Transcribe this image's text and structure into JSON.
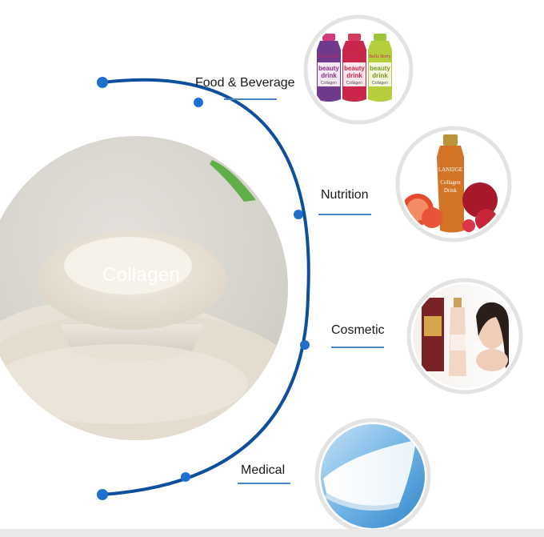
{
  "center": {
    "label": "Collagen"
  },
  "applications": [
    {
      "label": "Food & Beverage",
      "bottle_brand": "Bella Berry",
      "bottle_text_1": "beauty",
      "bottle_text_2": "drink",
      "bottle_text_3": "Collagen"
    },
    {
      "label": "Nutrition",
      "bottle_brand": "LANEIGE",
      "bottle_text_1": "Collagen",
      "bottle_text_2": "Drink"
    },
    {
      "label": "Cosmetic"
    },
    {
      "label": "Medical"
    }
  ],
  "colors": {
    "arc": "#0d4f9c",
    "node": "#1f6fcf",
    "pointer": "#4a86c8",
    "ring": "#e3e3e3"
  }
}
